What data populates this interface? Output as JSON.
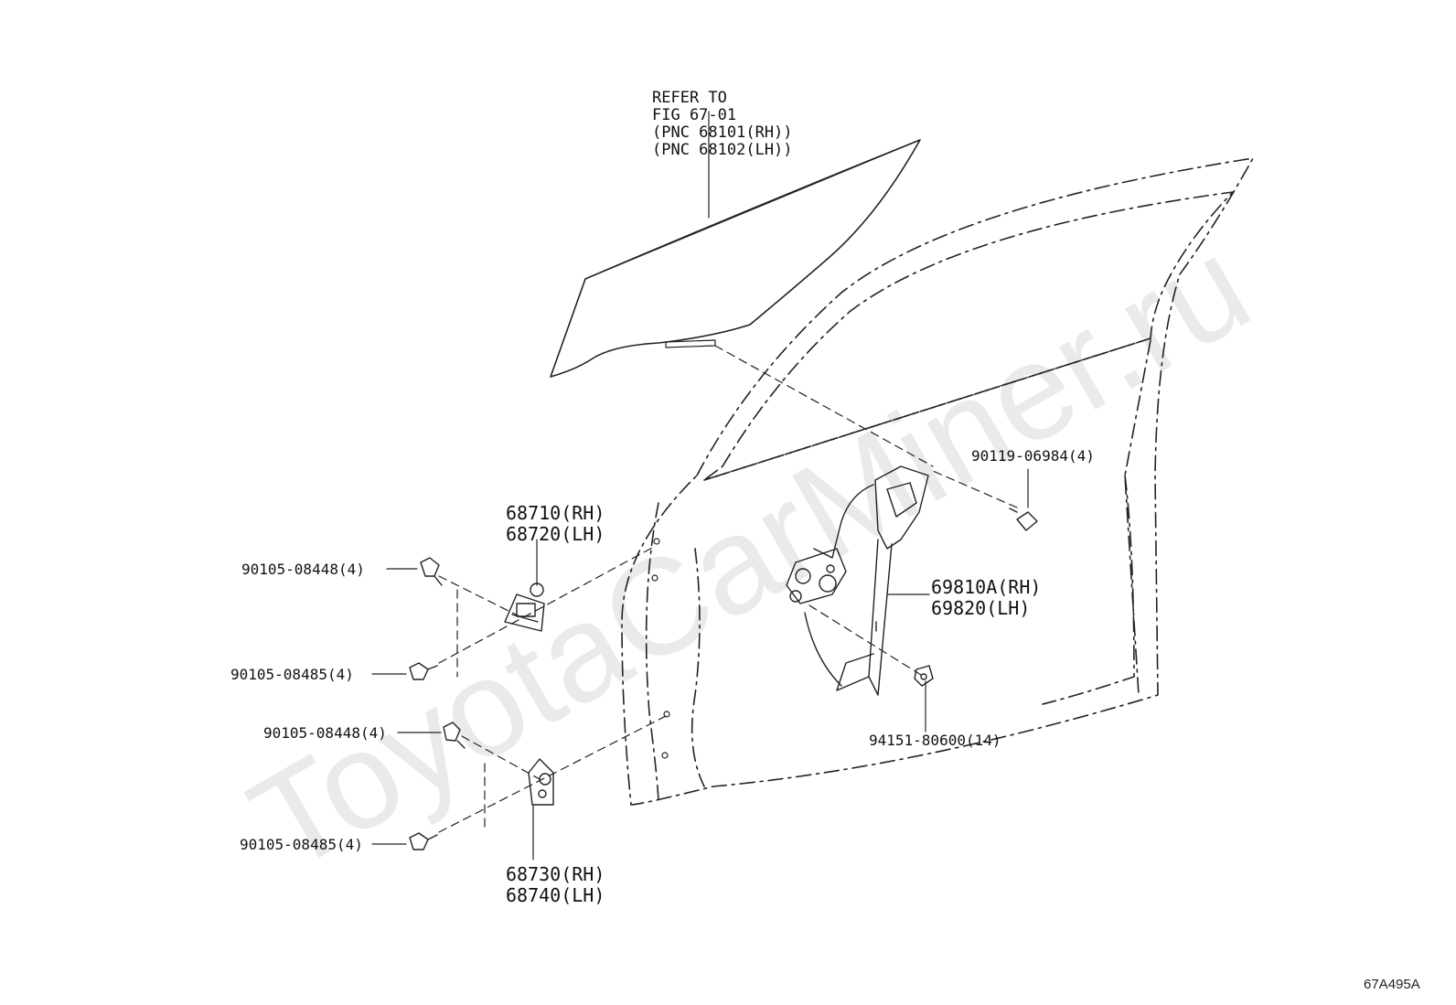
{
  "watermark": "ToyotaCarMiner.ru",
  "figure_code": "67A495A",
  "callouts": {
    "glass_ref": [
      "REFER TO",
      "FIG 67-01",
      "(PNC 68101(RH))",
      "(PNC 68102(LH))"
    ],
    "bolt_right": "90119-06984(4)",
    "upper_hinge": [
      "68710(RH)",
      "68720(LH)"
    ],
    "upper_bolt_a": "90105-08448(4)",
    "upper_bolt_b": "90105-08485(4)",
    "regulator": [
      "69810A(RH)",
      "69820(LH)"
    ],
    "lower_bolt_a": "90105-08448(4)",
    "nut": "94151-80600(14)",
    "lower_bolt_b": "90105-08485(4)",
    "lower_hinge": [
      "68730(RH)",
      "68740(LH)"
    ]
  }
}
